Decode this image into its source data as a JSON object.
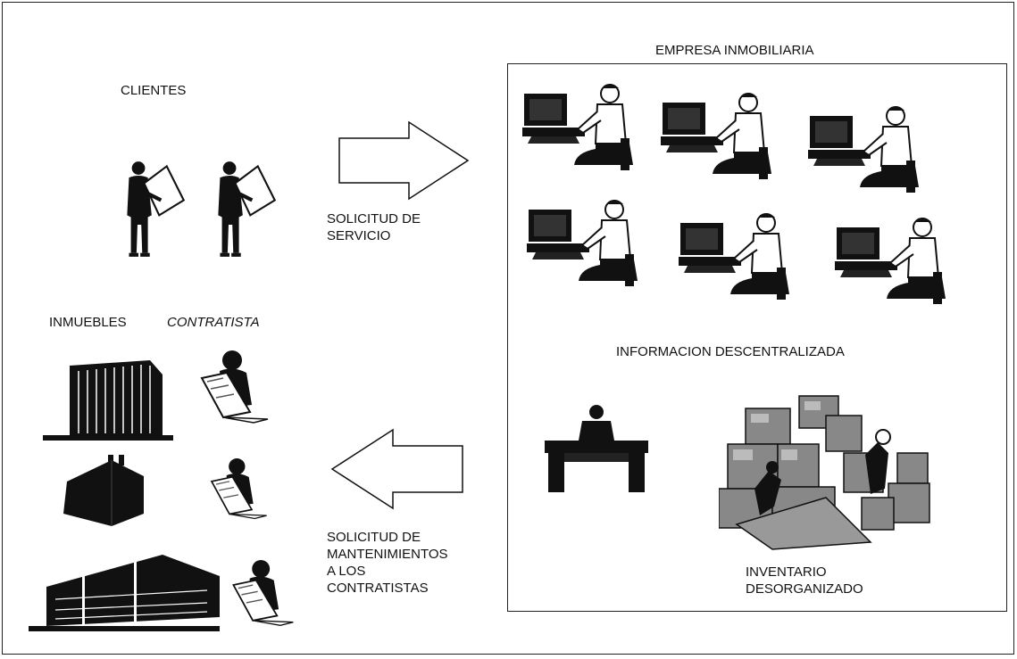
{
  "labels": {
    "clients": "CLIENTES",
    "request_service": "SOLICITUD DE\nSERVICIO",
    "company": "EMPRESA INMOBILIARIA",
    "decentralized_info": "INFORMACION DESCENTRALIZADA",
    "properties": "INMUEBLES",
    "contractor": "CONTRATISTA",
    "maintenance_request": "SOLICITUD DE\nMANTENIMIENTOS\nA LOS\nCONTRATISTAS",
    "inventory": "INVENTARIO\nDESORGANIZADO"
  },
  "icons": {
    "client": "businessman-with-document-icon",
    "worker": "computer-worker-icon",
    "contractor": "contractor-reading-plan-icon",
    "building": "office-building-icon",
    "house": "house-icon",
    "manager": "person-at-desk-icon",
    "boxes": "cluttered-boxes-icon",
    "arrow_right": "right-arrow-icon",
    "arrow_left": "left-arrow-icon"
  }
}
